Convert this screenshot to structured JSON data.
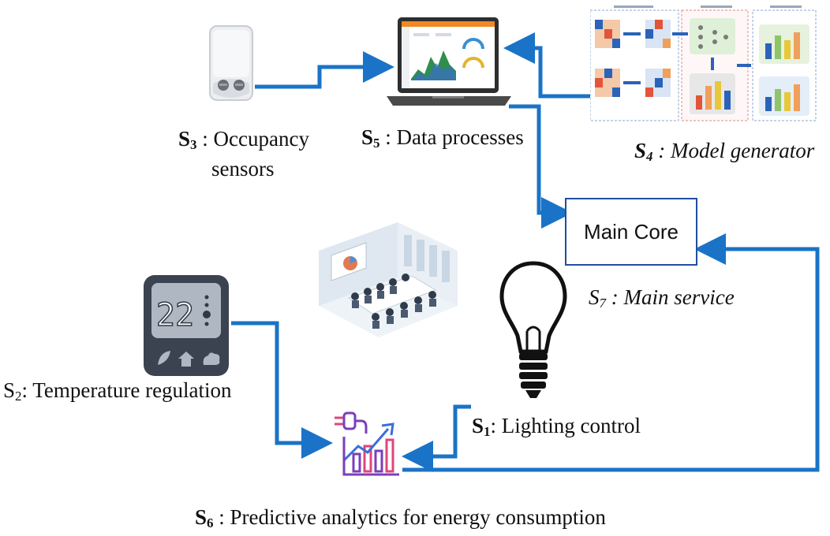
{
  "colors": {
    "connector": "#1a73c7",
    "core_border": "#1f4e9e",
    "thermostat_body": "#3b4350",
    "thermostat_screen": "#aeb7c2"
  },
  "main_core": {
    "label": "Main Core"
  },
  "labels": {
    "s1": {
      "prefix": "S",
      "num": "1",
      "text": ": Lighting control"
    },
    "s2": {
      "prefix": "S",
      "num": "2",
      "text": ": Temperature regulation"
    },
    "s3": {
      "prefix": "S",
      "num": "3",
      "line1": " : Occupancy",
      "line2": "sensors"
    },
    "s4": {
      "prefix": "S",
      "num": "4",
      "text": " : Model generator"
    },
    "s5": {
      "prefix": "S",
      "num": "5",
      "text": " : Data processes"
    },
    "s6": {
      "prefix": "S",
      "num": "6",
      "text": " : Predictive analytics for energy consumption"
    },
    "s7": {
      "prefix": "S",
      "num": "7",
      "text": " : Main  service"
    }
  },
  "thermostat": {
    "reading": "22"
  },
  "icons": {
    "occupancy_sensor": "occupancy-sensor-icon",
    "laptop": "laptop-dashboard-icon",
    "model_generator": "model-generator-diagram-icon",
    "meeting_room": "meeting-room-icon",
    "thermostat": "thermostat-icon",
    "light_bulb": "light-bulb-icon",
    "energy_chart": "energy-analytics-icon"
  }
}
